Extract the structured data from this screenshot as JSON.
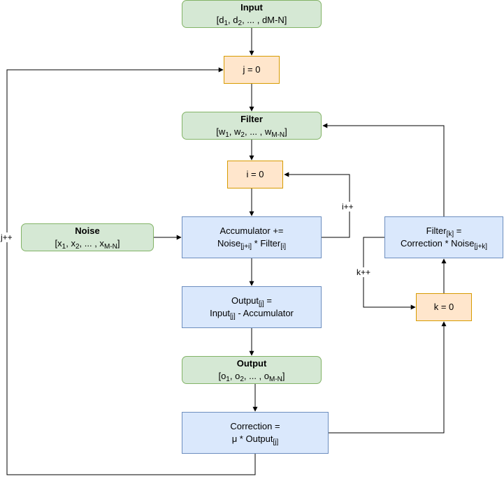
{
  "nodes": {
    "input": {
      "title": "Input",
      "line": "[d_1, d_2, ... , dM-N]"
    },
    "j_init": {
      "text": "j = 0"
    },
    "filter": {
      "title": "Filter",
      "line": "[w_1, w_2, ... , w_M-N]"
    },
    "i_init": {
      "text": "i = 0"
    },
    "noise": {
      "title": "Noise",
      "line": "[x_1, x_2, ... , x_M-N]"
    },
    "accumulator": {
      "line1": "Accumulator +=",
      "line2": "Noise_[j+i] * Filter_[i]"
    },
    "output_calc": {
      "line1": "Output_[j] =",
      "line2": "Input_[j] - Accumulator"
    },
    "output": {
      "title": "Output",
      "line": "[o_1, o_2, ... , o_M-N]"
    },
    "correction": {
      "line1": "Correction =",
      "line2": "μ * Output_[j]"
    },
    "filter_update": {
      "line1": "Filter_[k] =",
      "line2": "Correction * Noise_[j+k]"
    },
    "k_init": {
      "text": "k = 0"
    }
  },
  "edge_labels": {
    "i_inc": "i++",
    "j_inc": "j++",
    "k_inc": "k++"
  },
  "colors": {
    "green_fill": "#d5e8d4",
    "green_stroke": "#82b366",
    "orange_fill": "#ffe6cc",
    "orange_stroke": "#d79b00",
    "blue_fill": "#dae8fc",
    "blue_stroke": "#6c8ebf"
  }
}
